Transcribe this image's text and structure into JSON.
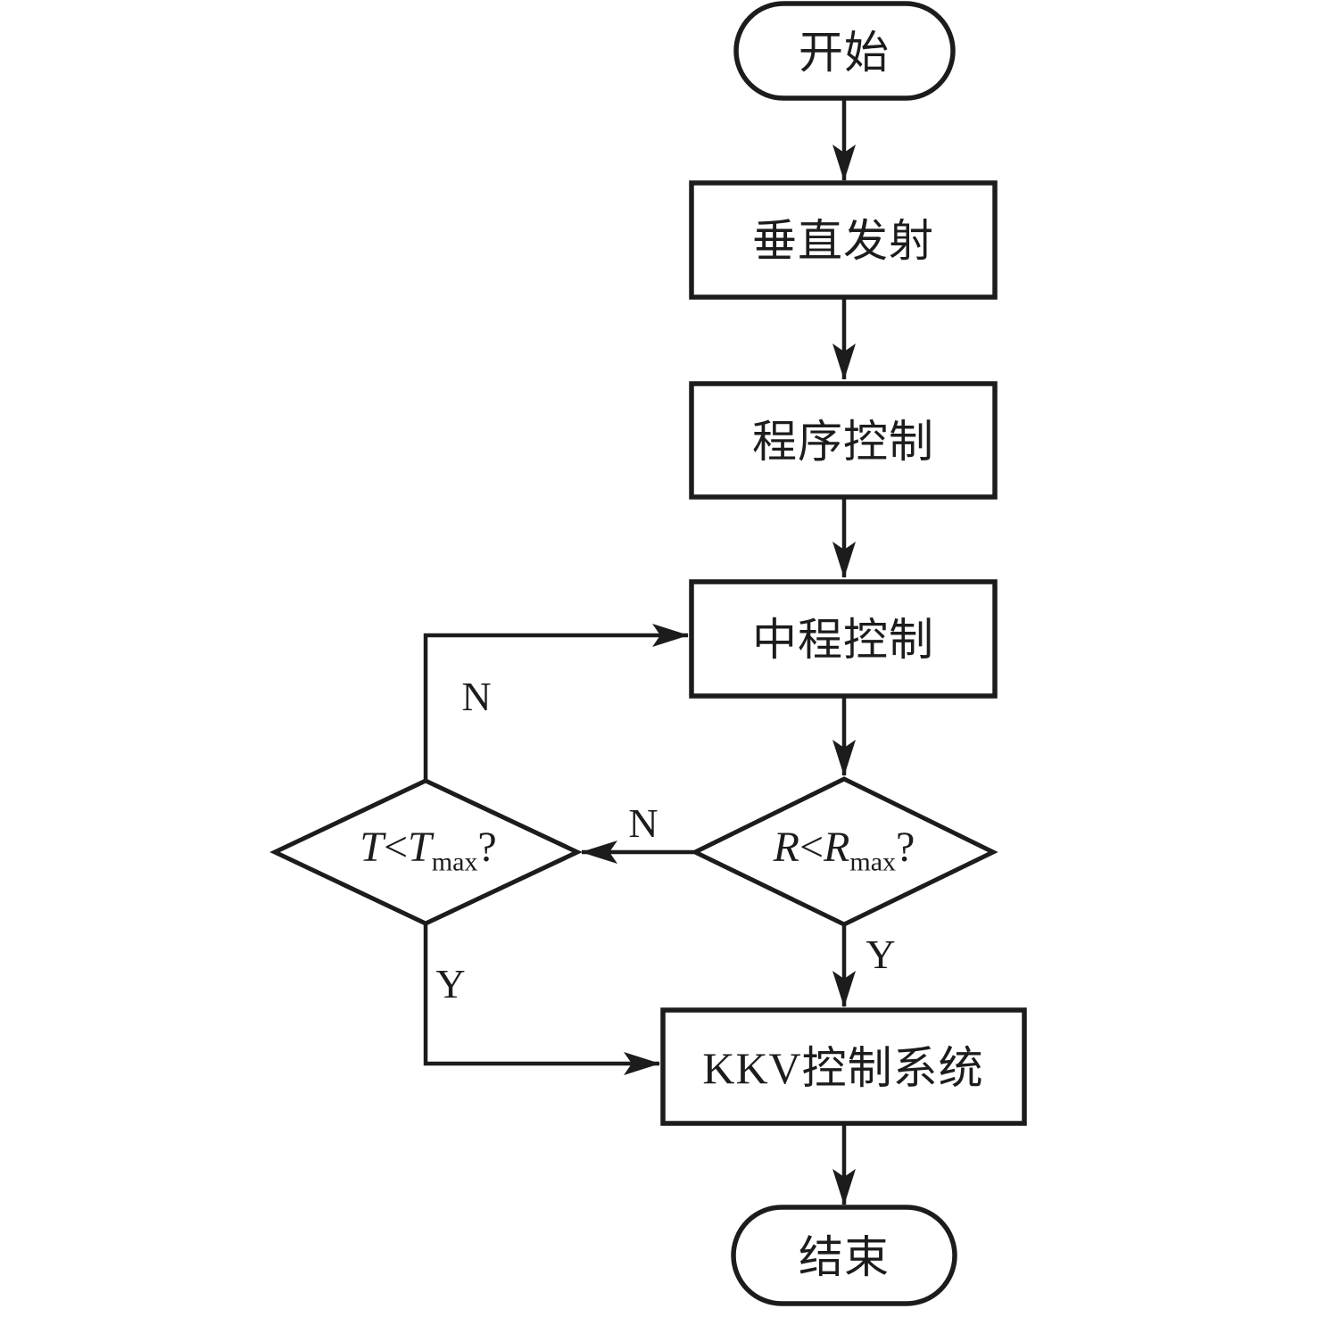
{
  "diagram": {
    "title_hint": "flowchart",
    "nodes": {
      "start": "开始",
      "vertical_launch": "垂直发射",
      "program_control": "程序控制",
      "midcourse_control": "中程控制",
      "kkv_control": "KKV控制系统",
      "end": "结束"
    },
    "decisions": {
      "range": {
        "lhs": "R",
        "op": "<",
        "rhs": "R",
        "sub": "max",
        "suffix": "?"
      },
      "time": {
        "lhs": "T",
        "op": "<",
        "rhs": "T",
        "sub": "max",
        "suffix": "?"
      }
    },
    "edge_labels": {
      "range_no": "N",
      "range_yes": "Y",
      "time_no": "N",
      "time_yes": "Y"
    },
    "colors": {
      "stroke": "#1c1c1c",
      "text": "#1c1c1c",
      "background": "#ffffff"
    }
  }
}
